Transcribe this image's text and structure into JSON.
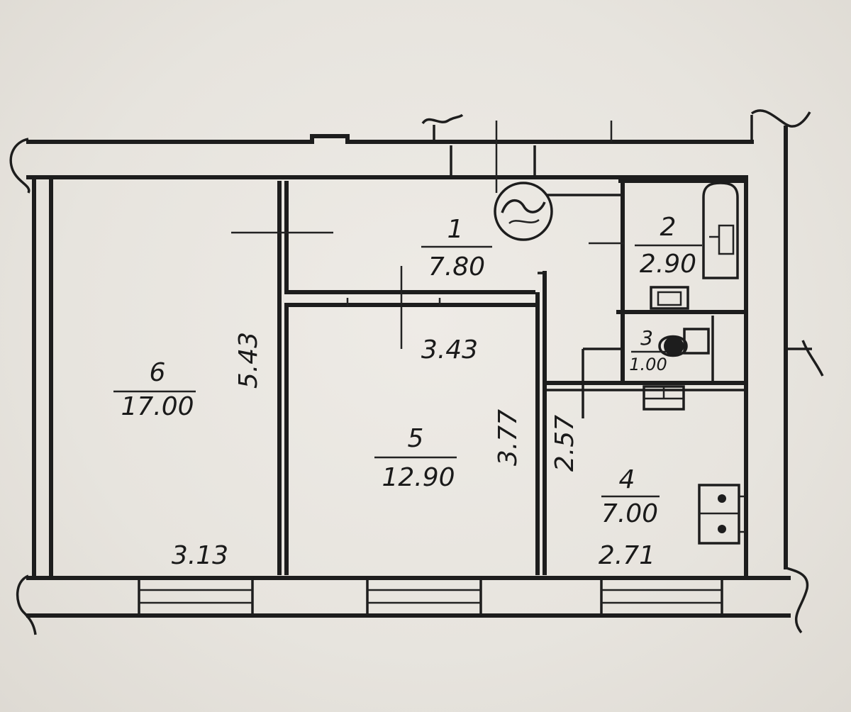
{
  "rooms": [
    {
      "number": "1",
      "area": "7.80"
    },
    {
      "number": "2",
      "area": "2.90"
    },
    {
      "number": "3",
      "area": "1.00"
    },
    {
      "number": "4",
      "area": "7.00"
    },
    {
      "number": "5",
      "area": "12.90"
    },
    {
      "number": "6",
      "area": "17.00"
    }
  ],
  "dimensions": {
    "room6_depth": "5.43",
    "room6_width": "3.13",
    "corridor_width": "3.43",
    "room5_depth": "3.77",
    "kitchen_depth": "2.57",
    "kitchen_width": "2.71"
  },
  "colors": {
    "paper": "#e9e6e1",
    "ink": "#1d1d1d"
  }
}
